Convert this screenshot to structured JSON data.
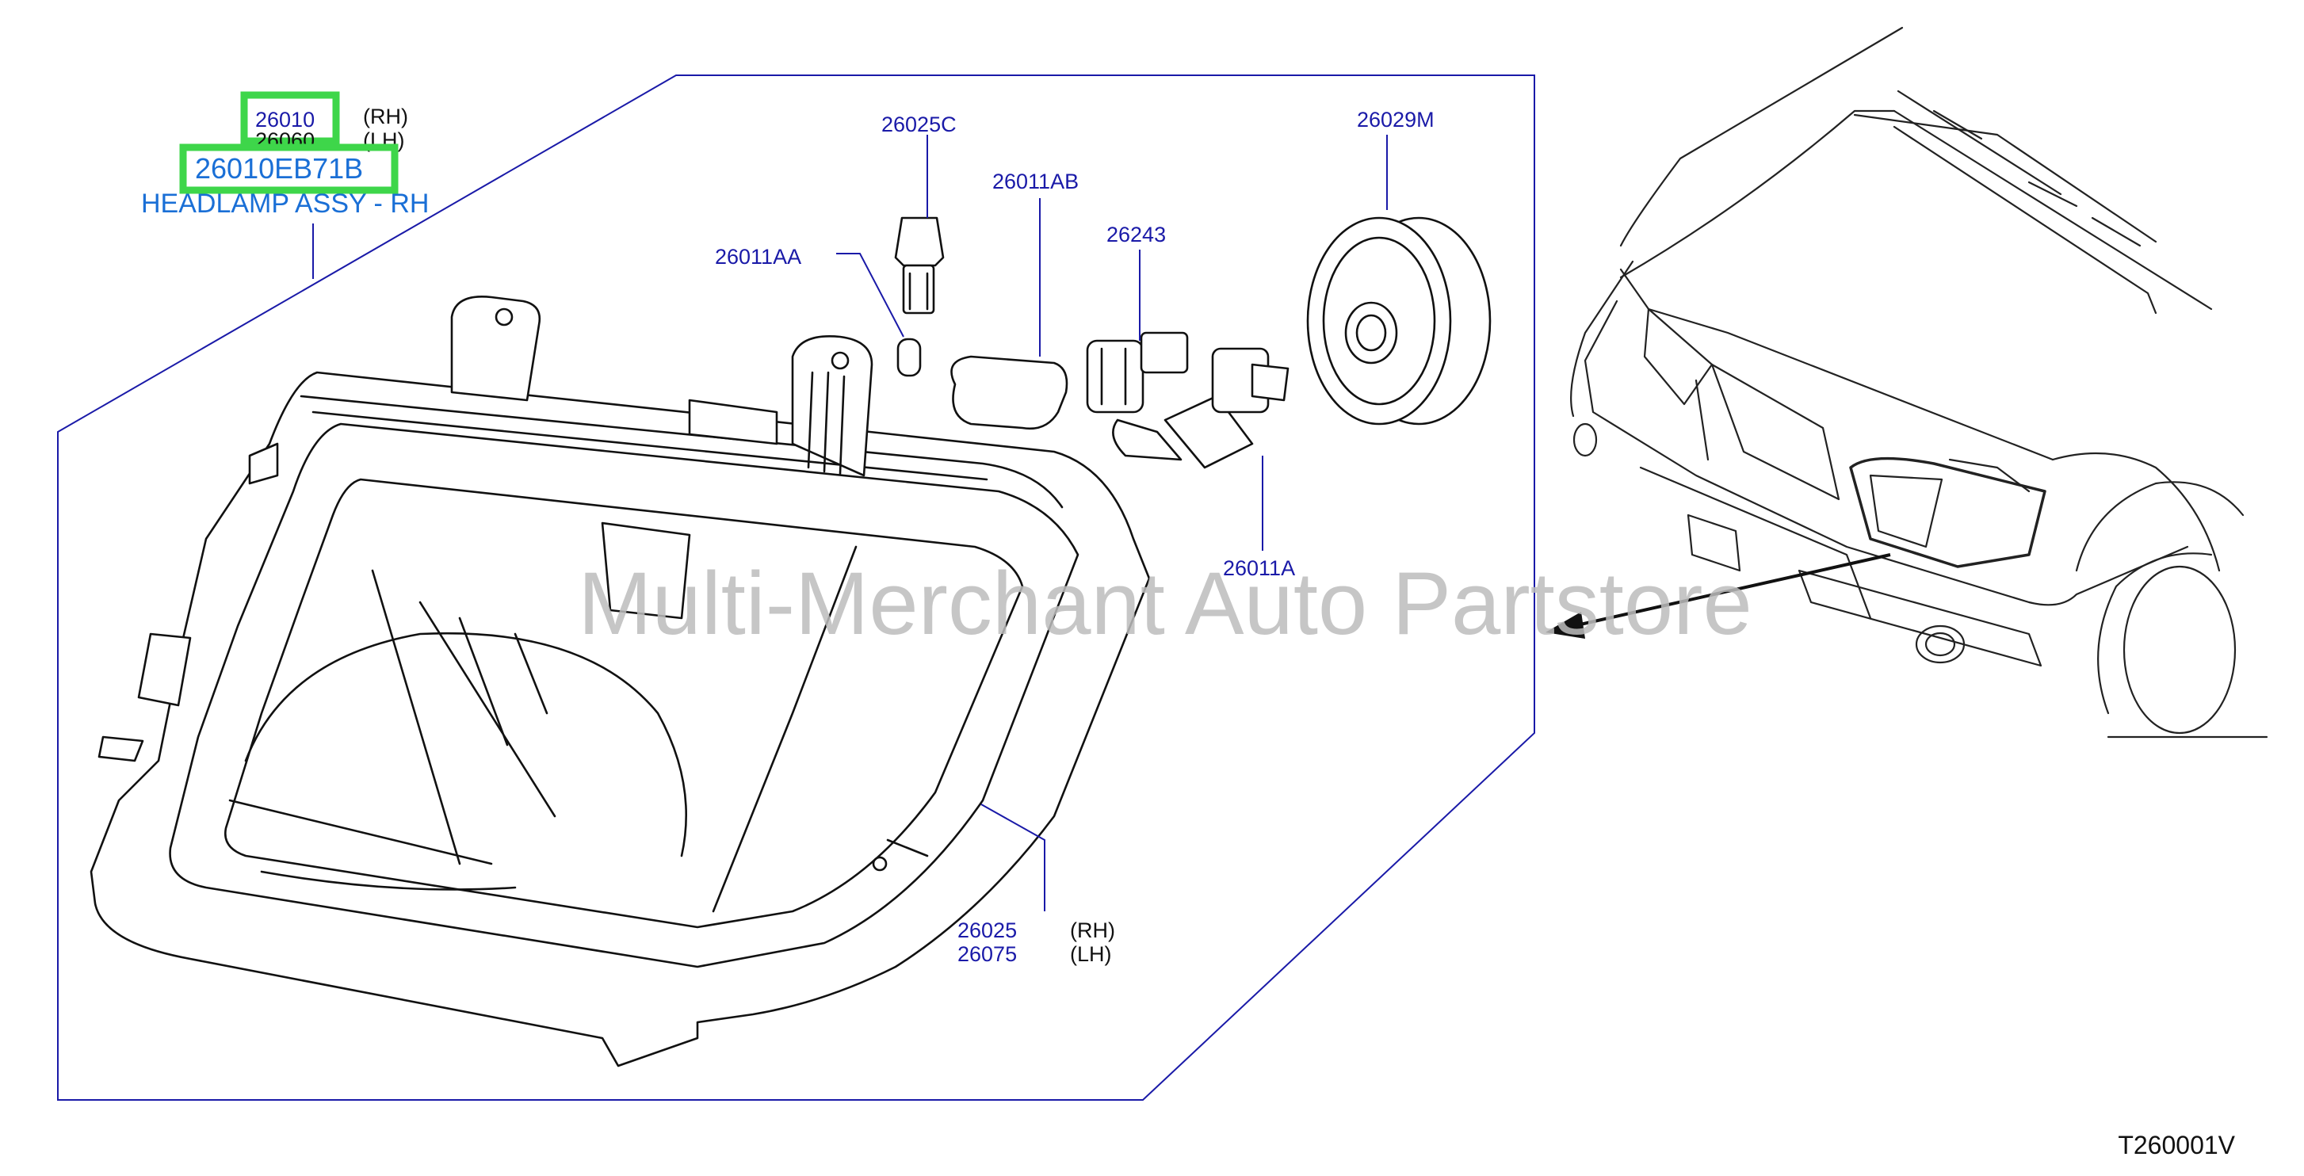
{
  "assembly": {
    "part_no_rh": "26010",
    "part_no_lh": "26060",
    "side_rh": "(RH)",
    "side_lh": "(LH)",
    "oem_part_no": "26010EB71B",
    "description": "HEADLAMP ASSY - RH"
  },
  "callouts": {
    "c1": "26025C",
    "c2": "26011AB",
    "c3": "26029M",
    "c4": "26243",
    "c5": "26011AA",
    "c6": "26011A",
    "lens_rh": "26025",
    "lens_lh": "26075",
    "lens_side_rh": "(RH)",
    "lens_side_lh": "(LH)"
  },
  "watermark": "Multi-Merchant Auto Partstore",
  "diagram_code": "T260001V",
  "colors": {
    "label_blue": "#1a1aa8",
    "highlight_green": "#3ed64a",
    "link_blue": "#1a6fd6",
    "watermark_gray": "#bdbdbd"
  }
}
